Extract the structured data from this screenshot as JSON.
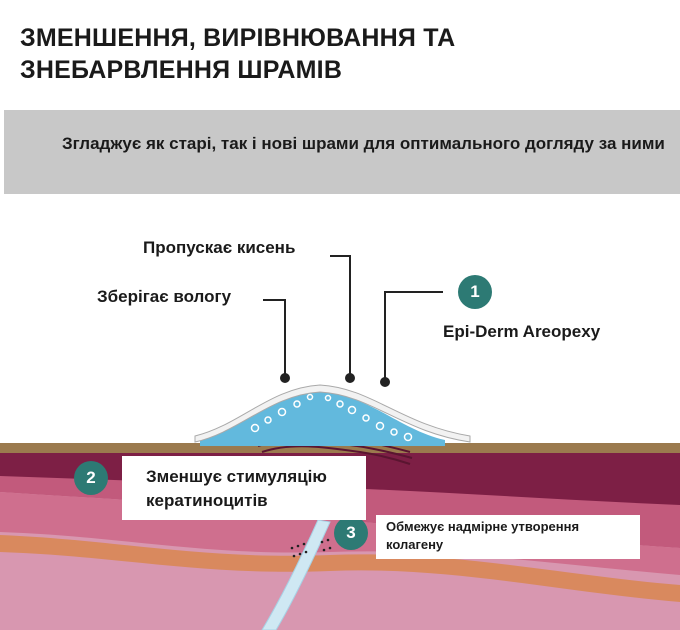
{
  "title": "ЗМЕНШЕННЯ, ВИРІВНЮВАННЯ ТА ЗНЕБАРВЛЕННЯ ШРАМІВ",
  "banner": {
    "text": "Згладжує як старі, так і нові шрами для оптимального догляду за ними"
  },
  "callouts": {
    "oxygen": "Пропускає кисень",
    "moisture": "Зберігає вологу",
    "product": "Epi-Derm Areopexy"
  },
  "badges": {
    "one": "1",
    "two": "2",
    "three": "3"
  },
  "boxes": {
    "keratinocytes": "Зменшує стимуляцію кератиноцитів",
    "collagen": "Обмежує надмірне утворення колагену"
  },
  "colors": {
    "badge": "#2d7a74",
    "banner": "#c8c8c8",
    "skin_surface": "#9b7a4e",
    "epidermis": "#7d1f45",
    "dermis": "#c25a7c",
    "fat_layer": "#d9895e",
    "deep_tissue": "#d897b0"
  }
}
